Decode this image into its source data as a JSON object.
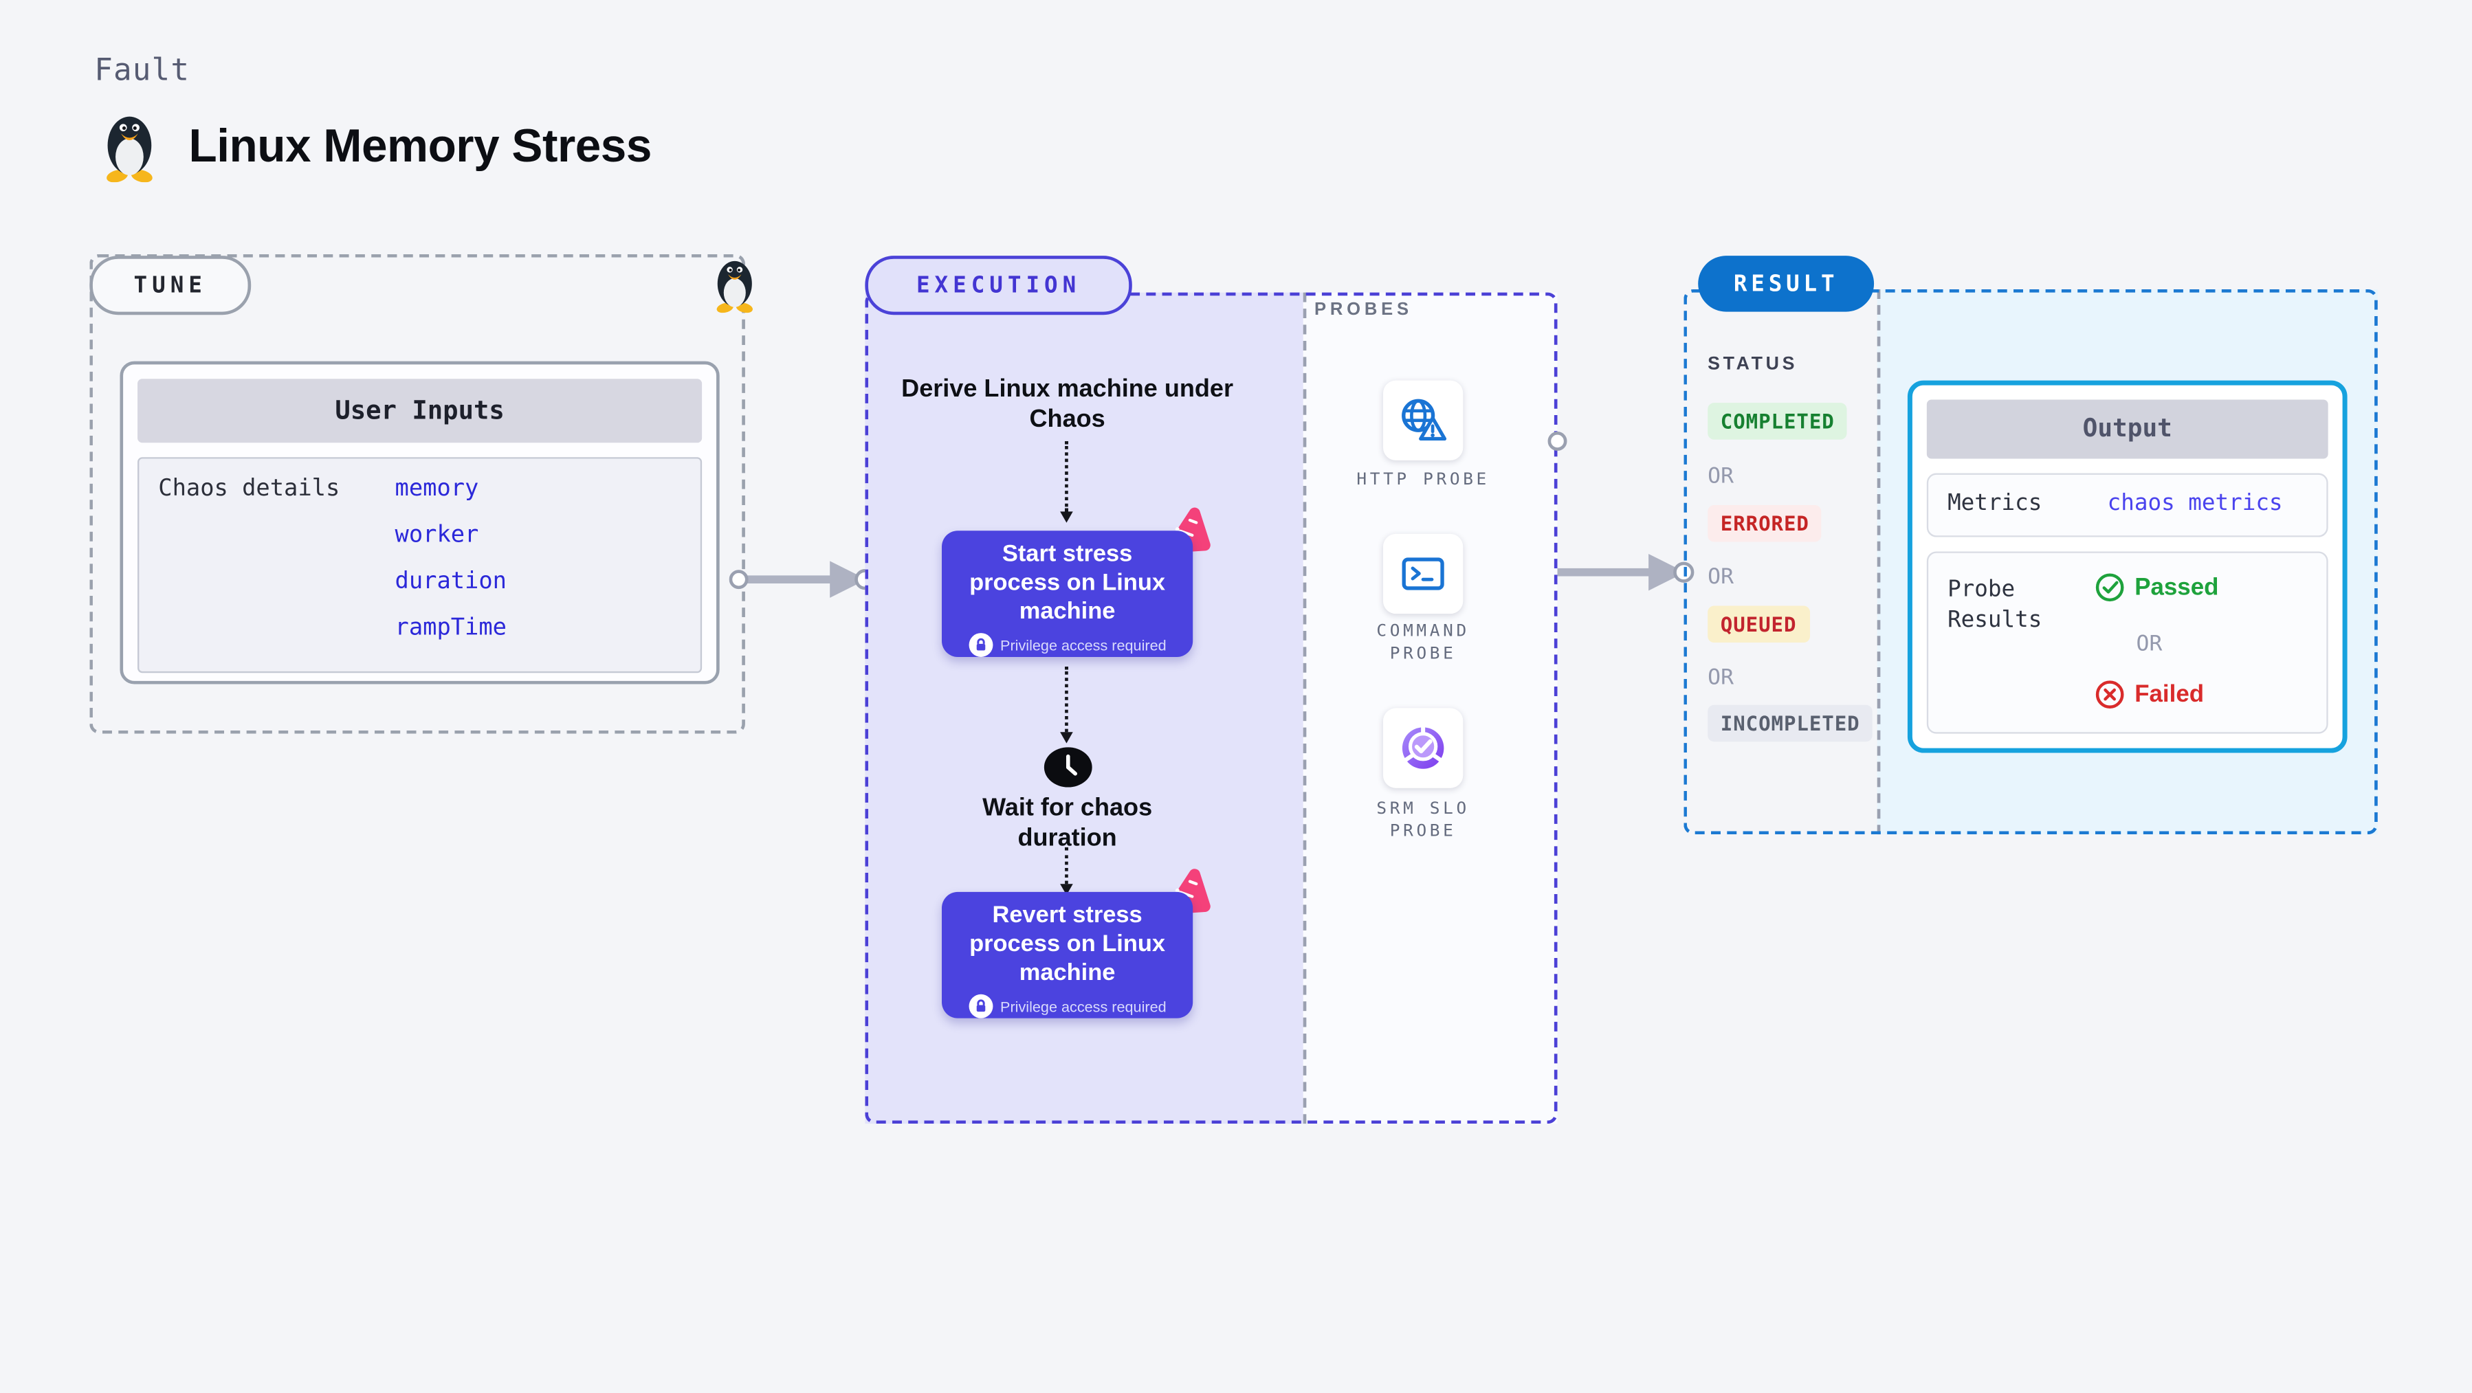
{
  "header": {
    "kicker": "Fault",
    "title": "Linux Memory Stress",
    "logo": "linux-tux-icon"
  },
  "tune": {
    "badge": "TUNE",
    "corner_icon": "linux-tux-icon",
    "table_title": "User Inputs",
    "row_label": "Chaos details",
    "inputs": [
      "memory",
      "worker",
      "duration",
      "rampTime"
    ]
  },
  "execution": {
    "badge": "EXECUTION",
    "derive_label": "Derive Linux machine under Chaos",
    "start_node": {
      "title": "Start stress process on Linux machine",
      "note": "Privilege access required",
      "corner_icon": "chaos-experiment-icon",
      "lock_icon": "lock-icon"
    },
    "wait_label": "Wait for chaos duration",
    "wait_icon": "clock-icon",
    "revert_node": {
      "title": "Revert stress process on Linux machine",
      "note": "Privilege access required",
      "corner_icon": "chaos-experiment-icon",
      "lock_icon": "lock-icon"
    }
  },
  "probes": {
    "label": "PROBES",
    "items": [
      {
        "name": "HTTP PROBE",
        "icon": "globe-alert-icon"
      },
      {
        "name": "COMMAND PROBE",
        "icon": "terminal-icon"
      },
      {
        "name": "SRM SLO PROBE",
        "icon": "slo-donut-check-icon"
      }
    ]
  },
  "result": {
    "badge": "RESULT",
    "status_label": "STATUS",
    "or_label": "OR",
    "statuses": [
      {
        "label": "COMPLETED",
        "fg": "#168030",
        "bg": "#def4e1"
      },
      {
        "label": "ERRORED",
        "fg": "#c52525",
        "bg": "#fcecec"
      },
      {
        "label": "QUEUED",
        "fg": "#c2242e",
        "bg": "#faf0cb"
      },
      {
        "label": "INCOMPLETED",
        "fg": "#59606f",
        "bg": "#e8eaf1"
      }
    ],
    "output": {
      "title": "Output",
      "metrics_label": "Metrics",
      "metrics_value": "chaos metrics",
      "probe_results_label": "Probe Results",
      "passed_label": "Passed",
      "passed_icon": "check-circle-icon",
      "failed_label": "Failed",
      "failed_icon": "x-circle-icon"
    }
  },
  "colors": {
    "page_bg": "#f4f5f8",
    "execution_accent": "#4b42d8",
    "execution_area_bg": "#e3e3fa",
    "node_bg": "#4b43df",
    "chaos_icon_pink": "#f4417a",
    "result_accent": "#1b79d2",
    "result_badge_bg": "#0d72cc",
    "result_area_bg": "#e8f5fd",
    "output_border": "#16a2de",
    "probe_icon_blue": "#1a74d4",
    "probe_icon_purple": "#7c3aed",
    "metrics_value_color": "#4a43ee",
    "passed_green": "#1ea23c",
    "failed_red": "#d92b2b",
    "arrow_gray": "#aeb2c2"
  }
}
